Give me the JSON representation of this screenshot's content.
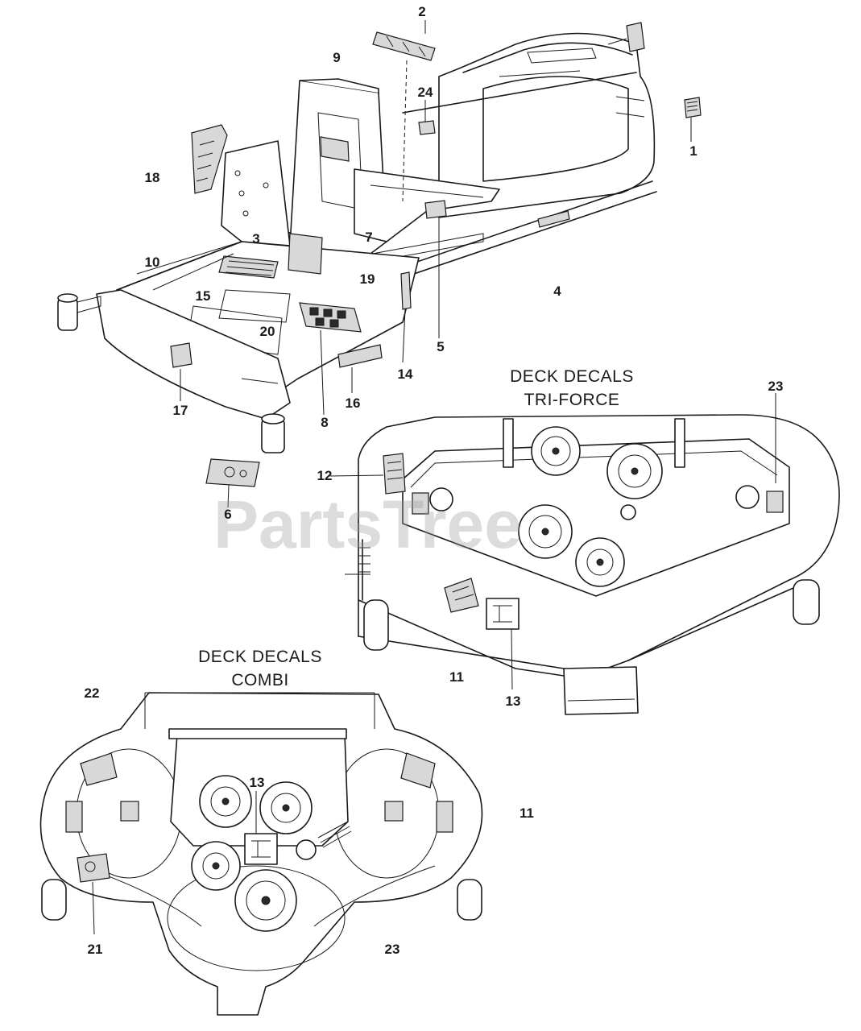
{
  "watermark": "PartsTree",
  "headings": {
    "triforce_line1": "DECK DECALS",
    "triforce_line2": "TRI-FORCE",
    "combi_line1": "DECK DECALS",
    "combi_line2": "COMBI"
  },
  "callouts": {
    "c1": "1",
    "c2": "2",
    "c3": "3",
    "c4": "4",
    "c5": "5",
    "c6": "6",
    "c7": "7",
    "c8": "8",
    "c9": "9",
    "c10": "10",
    "c11a": "11",
    "c11b": "11",
    "c12": "12",
    "c13a": "13",
    "c13b": "13",
    "c14": "14",
    "c15": "15",
    "c16": "16",
    "c17": "17",
    "c18": "18",
    "c19": "19",
    "c20": "20",
    "c21": "21",
    "c22": "22",
    "c23a": "23",
    "c23b": "23",
    "c24": "24"
  }
}
